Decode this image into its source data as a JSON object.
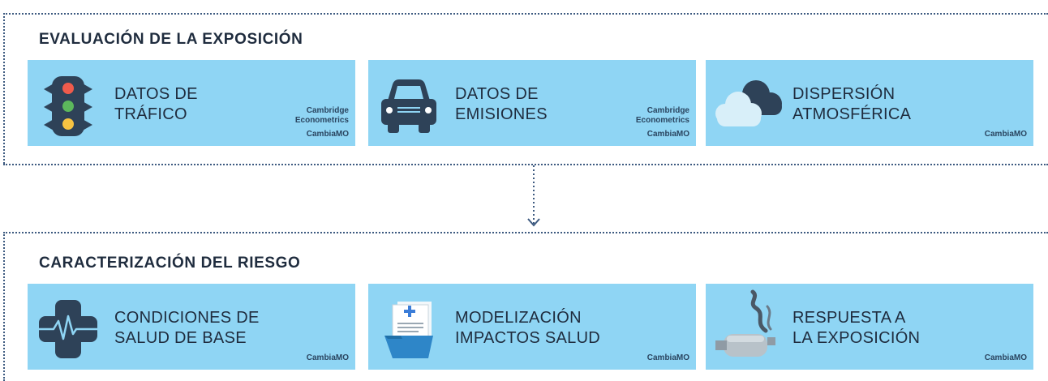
{
  "sections": [
    {
      "title": "EVALUACIÓN DE LA EXPOSICIÓN",
      "cards": [
        {
          "title": [
            "DATOS DE",
            "TRÁFICO"
          ],
          "credits": [
            "Cambridge",
            "Econometrics",
            "CambiaMO"
          ],
          "icon": "traffic-light-icon"
        },
        {
          "title": [
            "DATOS DE",
            "EMISIONES"
          ],
          "credits": [
            "Cambridge",
            "Econometrics",
            "CambiaMO"
          ],
          "icon": "car-icon"
        },
        {
          "title": [
            "DISPERSIÓN",
            "ATMOSFÉRICA"
          ],
          "credits": [
            "CambiaMO"
          ],
          "icon": "cloud-icon"
        }
      ]
    },
    {
      "title": "CARACTERIZACIÓN DEL RIESGO",
      "cards": [
        {
          "title": [
            "CONDICIONES DE",
            "SALUD DE BASE"
          ],
          "credits": [
            "CambiaMO"
          ],
          "icon": "medical-cross-icon"
        },
        {
          "title": [
            "MODELIZACIÓN",
            "IMPACTOS SALUD"
          ],
          "credits": [
            "CambiaMO"
          ],
          "icon": "medical-folder-icon"
        },
        {
          "title": [
            "RESPUESTA A",
            "LA EXPOSICIÓN"
          ],
          "credits": [
            "CambiaMO"
          ],
          "icon": "exhaust-pipe-icon"
        }
      ]
    }
  ],
  "colors": {
    "card_bg": "#8fd5f4",
    "dark_icon": "#2e4258",
    "border": "#3d5a80",
    "text": "#1f2c3e"
  }
}
